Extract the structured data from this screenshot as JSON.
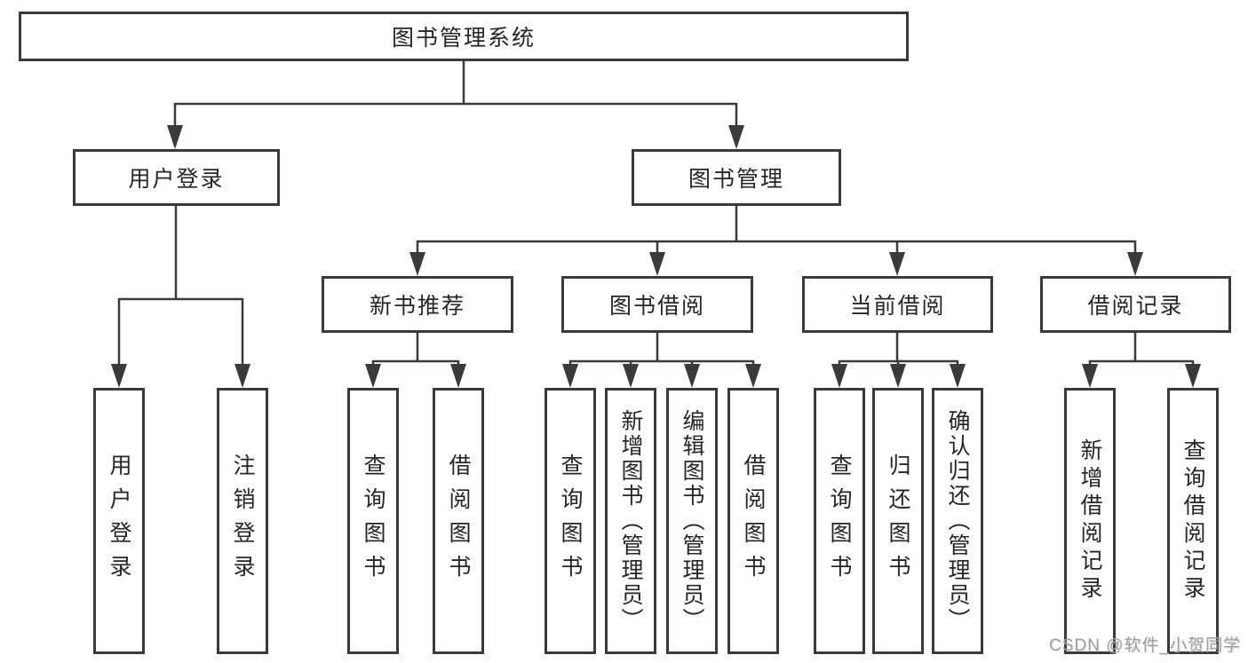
{
  "tree": {
    "label": "图书管理系统",
    "children": [
      {
        "label": "用户登录",
        "children": [
          {
            "label": "用户登录"
          },
          {
            "label": "注销登录"
          }
        ]
      },
      {
        "label": "图书管理",
        "children": [
          {
            "label": "新书推荐",
            "children": [
              {
                "label": "查询图书"
              },
              {
                "label": "借阅图书"
              }
            ]
          },
          {
            "label": "图书借阅",
            "children": [
              {
                "label": "查询图书"
              },
              {
                "label": "新增图书（管理员）"
              },
              {
                "label": "编辑图书（管理员）"
              },
              {
                "label": "借阅图书"
              }
            ]
          },
          {
            "label": "当前借阅",
            "children": [
              {
                "label": "查询图书"
              },
              {
                "label": "归还图书"
              },
              {
                "label": "确认归还（管理员）"
              }
            ]
          },
          {
            "label": "借阅记录",
            "children": [
              {
                "label": "新增借阅记录"
              },
              {
                "label": "查询借阅记录"
              }
            ]
          }
        ]
      }
    ]
  },
  "watermark": {
    "text": "CSDN @软件_小贺同学"
  },
  "colors": {
    "line": "#3a3a3a",
    "text": "#262626",
    "box_background": "#ffffff",
    "watermark": "#a0a0a0"
  }
}
